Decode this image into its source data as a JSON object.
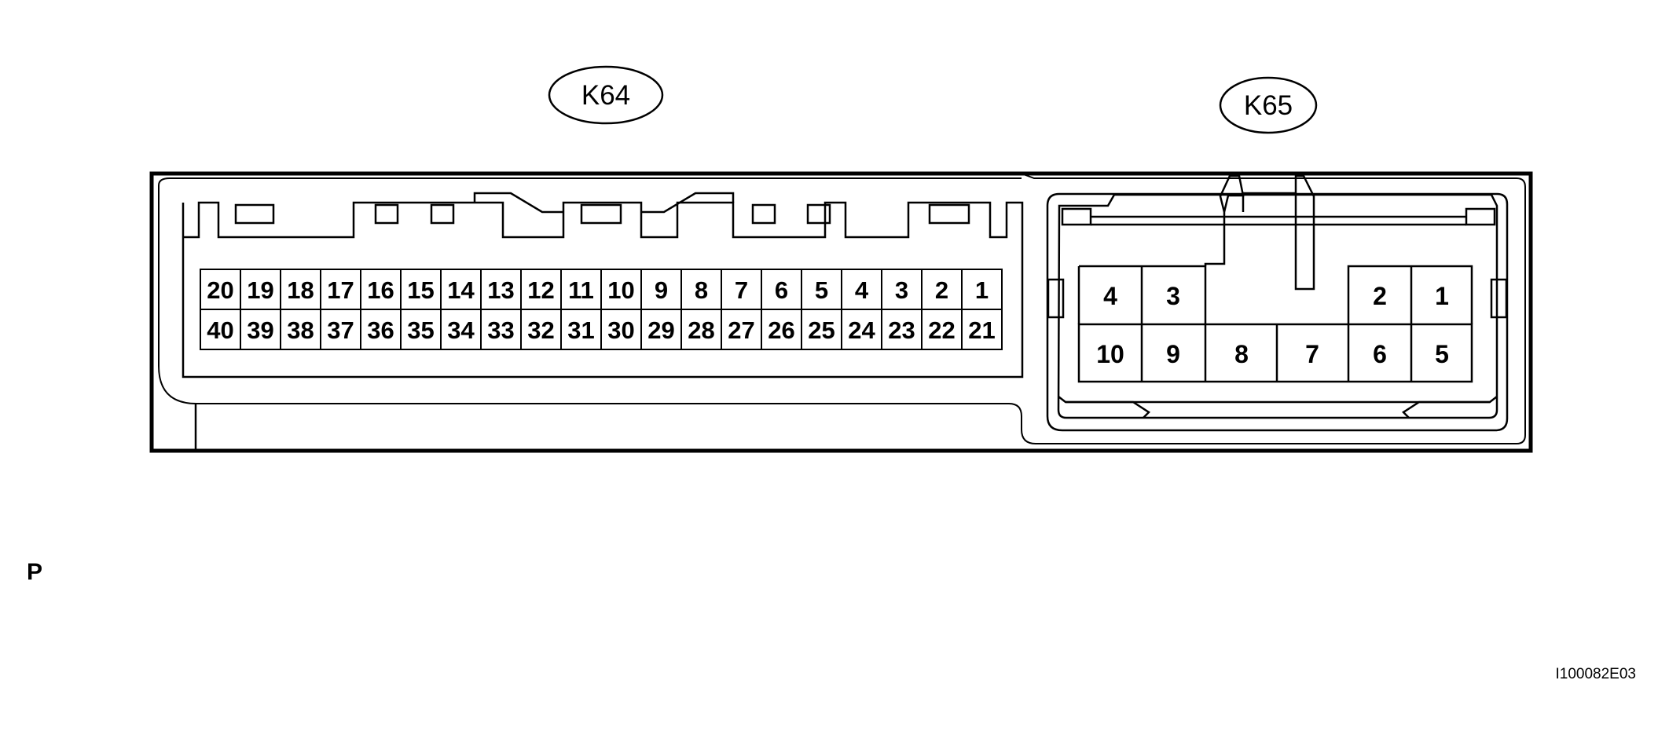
{
  "connectors": {
    "k64": {
      "label": "K64",
      "top_row": [
        "20",
        "19",
        "18",
        "17",
        "16",
        "15",
        "14",
        "13",
        "12",
        "11",
        "10",
        "9",
        "8",
        "7",
        "6",
        "5",
        "4",
        "3",
        "2",
        "1"
      ],
      "bottom_row": [
        "40",
        "39",
        "38",
        "37",
        "36",
        "35",
        "34",
        "33",
        "32",
        "31",
        "30",
        "29",
        "28",
        "27",
        "26",
        "25",
        "24",
        "23",
        "22",
        "21"
      ]
    },
    "k65": {
      "label": "K65",
      "top_row": [
        "4",
        "3",
        "",
        "",
        "2",
        "1"
      ],
      "bottom_row": [
        "10",
        "9",
        "8",
        "7",
        "6",
        "5"
      ]
    }
  },
  "side_label": "P",
  "figure_code": "I100082E03"
}
